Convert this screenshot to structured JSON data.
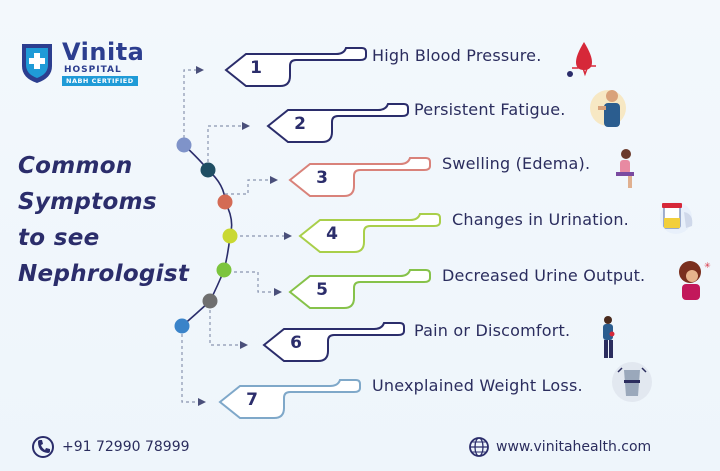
{
  "brand": {
    "name": "Vinita",
    "sub": "HOSPITAL",
    "tag": "NABH CERTIFIED"
  },
  "title_lines": [
    "Common",
    "Symptoms",
    "to see",
    "Nephrologist"
  ],
  "symptoms": [
    {
      "number": "1",
      "label": "High Blood Pressure."
    },
    {
      "number": "2",
      "label": "Persistent Fatigue."
    },
    {
      "number": "3",
      "label": "Swelling (Edema)."
    },
    {
      "number": "4",
      "label": "Changes in Urination."
    },
    {
      "number": "5",
      "label": "Decreased Urine Output."
    },
    {
      "number": "6",
      "label": "Pain or Discomfort."
    },
    {
      "number": "7",
      "label": "Unexplained Weight Loss."
    }
  ],
  "footer": {
    "phone": "+91 72990 78999",
    "website": "www.vinitahealth.com"
  },
  "colors": {
    "navy": "#2b2d6b",
    "dots": [
      "#7f93c9",
      "#1f4e63",
      "#d46b55",
      "#c9d832",
      "#7cc43d",
      "#6f6f6f",
      "#3a83c9"
    ],
    "tabs": [
      "#2b2d6b",
      "#2b2d6b",
      "#d9827a",
      "#a9cf4a",
      "#86c24a",
      "#2b2d6b",
      "#7fa8c9"
    ]
  },
  "icons": [
    "blood-drop-icon",
    "tired-person-icon",
    "swelling-person-icon",
    "urine-cup-icon",
    "woman-pain-icon",
    "back-pain-icon",
    "weight-loss-icon"
  ]
}
